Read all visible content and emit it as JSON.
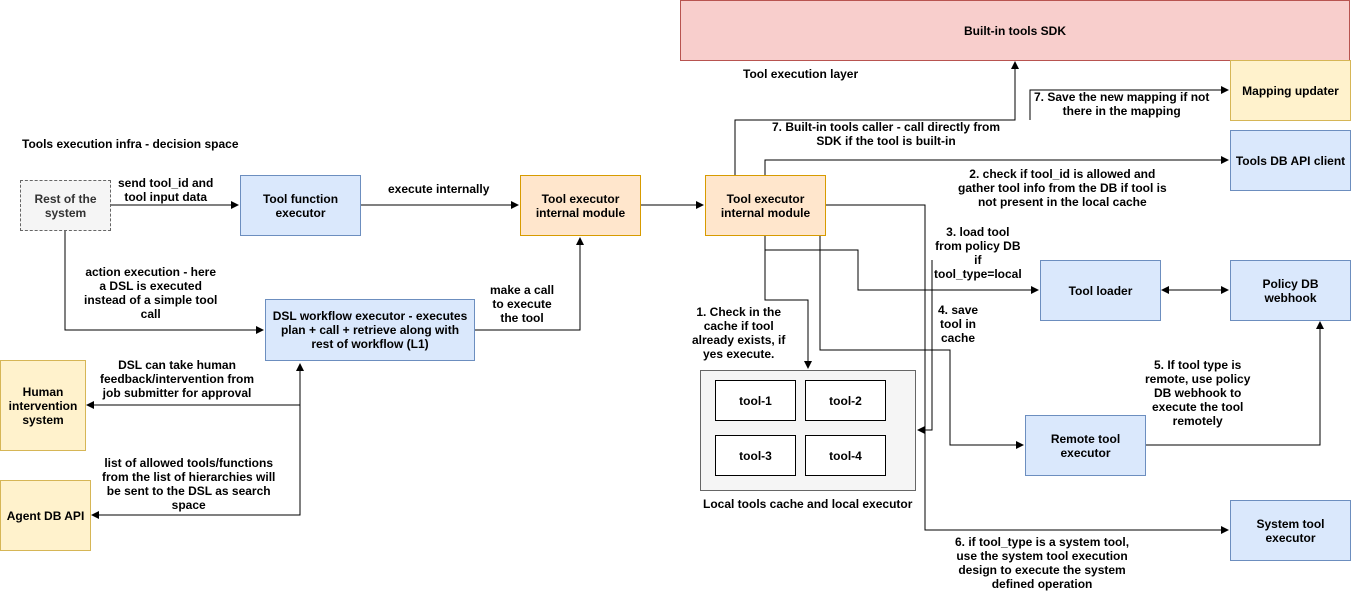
{
  "nodes": {
    "builtin_sdk": "Built-in tools SDK",
    "mapping_updater": "Mapping updater",
    "tools_db_api_client": "Tools DB API client",
    "rest_of_system": "Rest of the system",
    "tool_function_executor": "Tool function executor",
    "tool_executor_internal_1": "Tool executor internal module",
    "tool_executor_internal_2": "Tool executor internal module",
    "dsl_workflow_executor": "DSL workflow executor - executes plan + call + retrieve along with rest of workflow (L1)",
    "human_intervention": "Human intervention system",
    "agent_db_api": "Agent DB API",
    "tool_loader": "Tool loader",
    "policy_db_webhook": "Policy DB webhook",
    "remote_tool_executor": "Remote tool executor",
    "system_tool_executor": "System tool executor",
    "tool_1": "tool-1",
    "tool_2": "tool-2",
    "tool_3": "tool-3",
    "tool_4": "tool-4"
  },
  "labels": {
    "tool_execution_layer": "Tool execution layer",
    "infra_title": "Tools execution infra - decision space",
    "send_tool_id": "send tool_id and\ntool input data",
    "execute_internally": "execute internally",
    "action_execution": "action execution - here\na DSL is executed\ninstead of a simple tool\ncall",
    "make_a_call": "make a call\nto execute\nthe tool",
    "dsl_human": "DSL can take human\nfeedback/intervention from\njob submitter for approval",
    "allowed_tools": "list of allowed tools/functions\nfrom the list of hierarchies will\nbe sent to the DSL as search\nspace",
    "step1": "1. Check in the\ncache if tool\nalready exists, if\nyes execute.",
    "step2": "2. check if tool_id is allowed and\ngather tool info from the DB if tool is\nnot present in the local cache",
    "step3": "3. load tool\nfrom policy DB\nif\ntool_type=local",
    "step4": "4. save\ntool in\ncache",
    "step5": "5. If tool type is\nremote, use policy\nDB webhook to\nexecute the tool\nremotely",
    "step6": "6. if tool_type is a system tool,\nuse the system tool execution\ndesign to execute the system\ndefined operation",
    "step7_builtin": "7. Built-in tools caller - call directly from\nSDK if the tool is built-in",
    "step7_mapping": "7. Save the new mapping if not\nthere in the mapping",
    "local_cache": "Local tools cache and local executor"
  },
  "colors": {
    "blue_fill": "#dae8fc",
    "orange_fill": "#ffe6cc",
    "yellow_fill": "#fff2cc",
    "red_fill": "#f8cecc",
    "grey_fill": "#f5f5f5"
  }
}
